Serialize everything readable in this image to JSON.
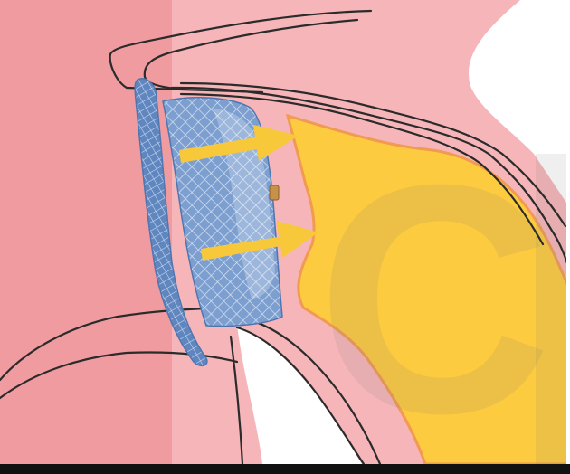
{
  "image": {
    "caption": "",
    "labels": [],
    "watermark_text": "C"
  },
  "colors": {
    "tissue_dark": "#ef9ba0",
    "tissue_light": "#f6b6b9",
    "fat": "#fdcb3f",
    "fat_border": "#f19a52",
    "arrow": "#f7c83a",
    "mesh": "#6c93c8",
    "mesh_light": "#b7cbe6",
    "outline": "#2b2b2b",
    "bottom_bar": "#111111"
  },
  "icons": [
    "mesh-plug-illustration",
    "arrow-right",
    "arrow-right"
  ]
}
